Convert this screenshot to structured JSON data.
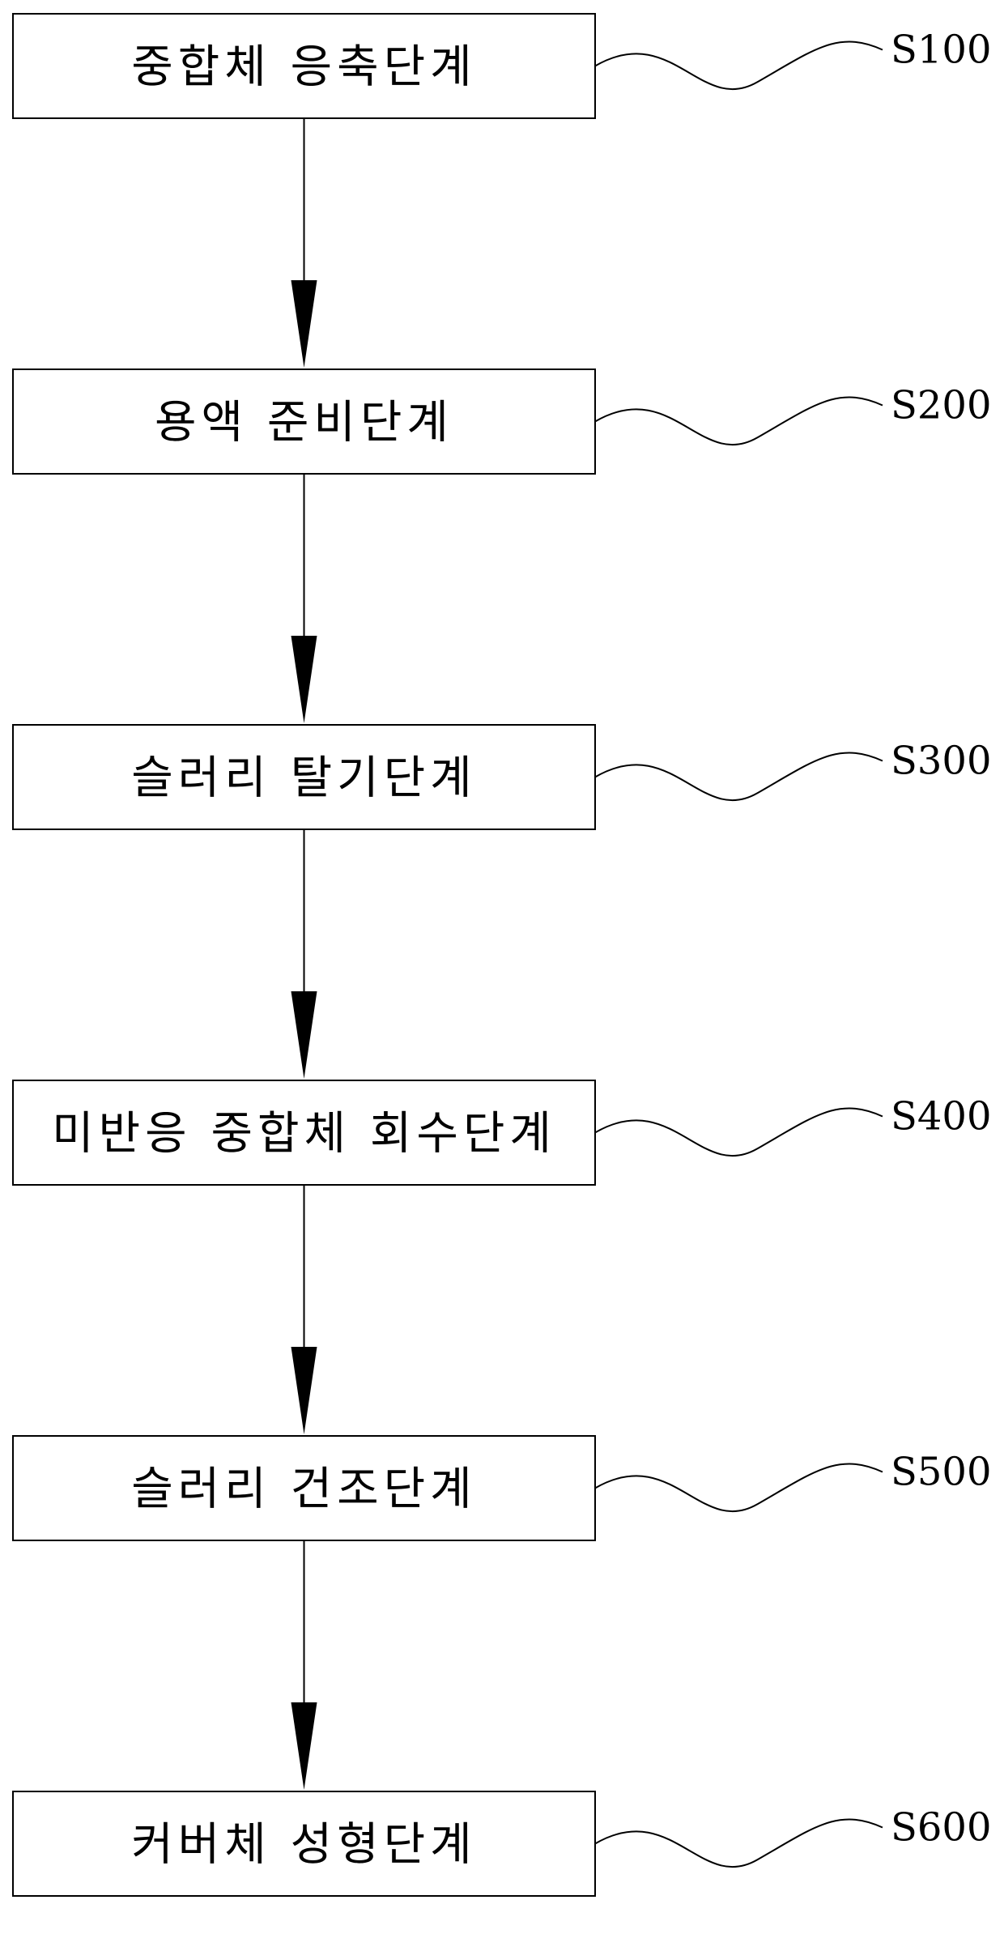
{
  "steps": [
    {
      "label": "중합체 응축단계",
      "code": "S100"
    },
    {
      "label": "용액 준비단계",
      "code": "S200"
    },
    {
      "label": "슬러리 탈기단계",
      "code": "S300"
    },
    {
      "label": "미반응 중합체 회수단계",
      "code": "S400"
    },
    {
      "label": "슬러리 건조단계",
      "code": "S500"
    },
    {
      "label": "커버체 성형단계",
      "code": "S600"
    }
  ]
}
